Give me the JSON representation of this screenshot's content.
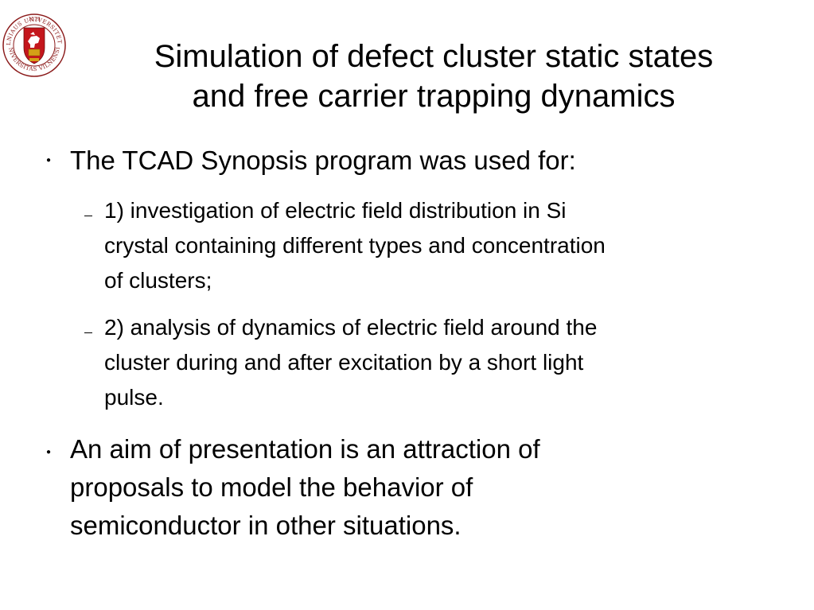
{
  "logo": {
    "ring_text": "VILNIAUS UNIVERSITETAS · 1579 · UNIVERSITAS VILNENSIS",
    "year": "1579",
    "colors": {
      "ring": "#8b1a1a",
      "shield": "#c4161c",
      "gold": "#d4a017",
      "knight": "#ffffff"
    }
  },
  "slide": {
    "title_line1": "Simulation of defect cluster static states",
    "title_line2": "and free carrier trapping dynamics",
    "bullets": [
      {
        "text": "The TCAD Synopsis program was used for:",
        "sub": [
          {
            "lines": [
              "1) investigation of electric field distribution in Si",
              "crystal containing different types and concentration",
              "of clusters;"
            ]
          },
          {
            "lines": [
              "2) analysis of dynamics of electric field around the",
              "cluster  during and after excitation by a short light",
              "pulse."
            ]
          }
        ]
      },
      {
        "lines": [
          "An aim of presentation is an attraction of",
          "proposals to model the behavior of",
          "semiconductor in other situations."
        ]
      }
    ]
  }
}
